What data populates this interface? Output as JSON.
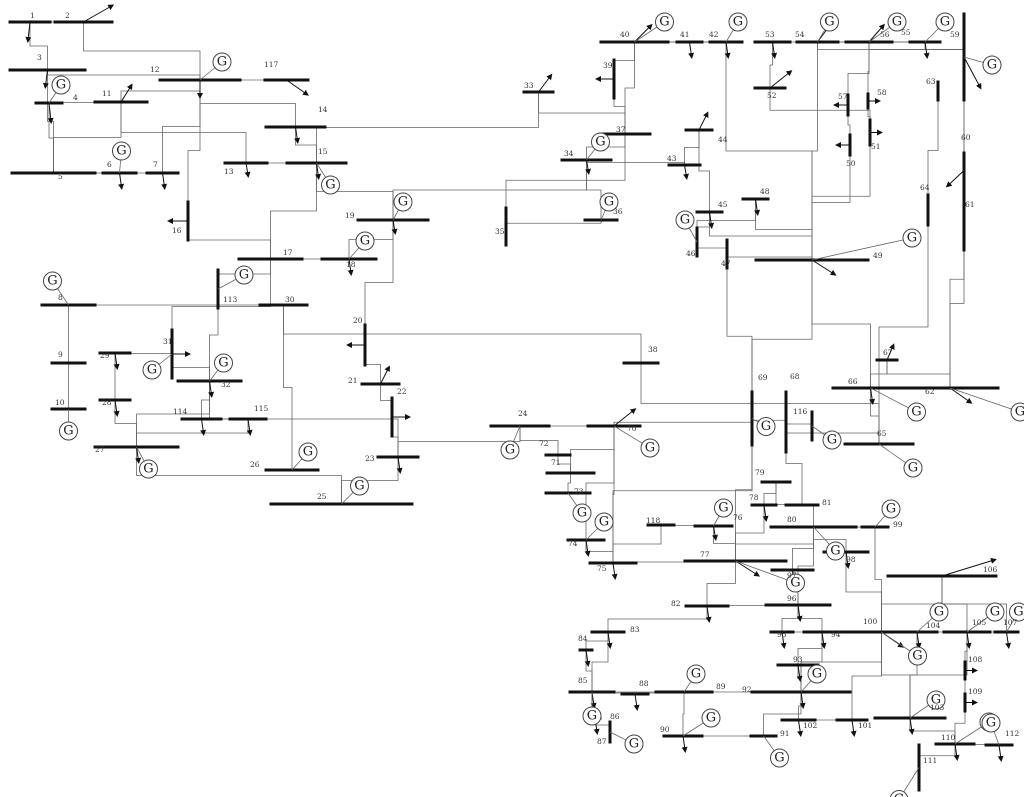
{
  "diagram": {
    "generator_symbol": "G",
    "buses": [
      {
        "id": "1",
        "label": "1"
      },
      {
        "id": "2",
        "label": "2"
      },
      {
        "id": "3",
        "label": "3"
      },
      {
        "id": "4",
        "label": "4"
      },
      {
        "id": "5",
        "label": "5"
      },
      {
        "id": "6",
        "label": "6"
      },
      {
        "id": "7",
        "label": "7"
      },
      {
        "id": "8",
        "label": "8"
      },
      {
        "id": "9",
        "label": "9"
      },
      {
        "id": "10",
        "label": "10"
      },
      {
        "id": "11",
        "label": "11"
      },
      {
        "id": "12",
        "label": "12"
      },
      {
        "id": "13",
        "label": "13"
      },
      {
        "id": "14",
        "label": "14"
      },
      {
        "id": "15",
        "label": "15"
      },
      {
        "id": "16",
        "label": "16"
      },
      {
        "id": "17",
        "label": "17"
      },
      {
        "id": "18",
        "label": "18"
      },
      {
        "id": "19",
        "label": "19"
      },
      {
        "id": "20",
        "label": "20"
      },
      {
        "id": "21",
        "label": "21"
      },
      {
        "id": "22",
        "label": "22"
      },
      {
        "id": "23",
        "label": "23"
      },
      {
        "id": "24",
        "label": "24"
      },
      {
        "id": "25",
        "label": "25"
      },
      {
        "id": "26",
        "label": "26"
      },
      {
        "id": "27",
        "label": "27"
      },
      {
        "id": "28",
        "label": "28"
      },
      {
        "id": "29",
        "label": "29"
      },
      {
        "id": "30",
        "label": "30"
      },
      {
        "id": "31",
        "label": "31"
      },
      {
        "id": "32",
        "label": "32"
      },
      {
        "id": "33",
        "label": "33"
      },
      {
        "id": "34",
        "label": "34"
      },
      {
        "id": "35",
        "label": "35"
      },
      {
        "id": "36",
        "label": "36"
      },
      {
        "id": "37",
        "label": "37"
      },
      {
        "id": "38",
        "label": "38"
      },
      {
        "id": "39",
        "label": "39"
      },
      {
        "id": "40",
        "label": "40"
      },
      {
        "id": "41",
        "label": "41"
      },
      {
        "id": "42",
        "label": "42"
      },
      {
        "id": "43",
        "label": "43"
      },
      {
        "id": "44",
        "label": "44"
      },
      {
        "id": "45",
        "label": "45"
      },
      {
        "id": "46",
        "label": "46"
      },
      {
        "id": "47",
        "label": "47"
      },
      {
        "id": "48",
        "label": "48"
      },
      {
        "id": "49",
        "label": "49"
      },
      {
        "id": "50",
        "label": "50"
      },
      {
        "id": "51",
        "label": "51"
      },
      {
        "id": "52",
        "label": "52"
      },
      {
        "id": "53",
        "label": "53"
      },
      {
        "id": "54",
        "label": "54"
      },
      {
        "id": "55",
        "label": "55"
      },
      {
        "id": "56",
        "label": "56"
      },
      {
        "id": "57",
        "label": "57"
      },
      {
        "id": "58",
        "label": "58"
      },
      {
        "id": "59",
        "label": "59"
      },
      {
        "id": "60",
        "label": "60"
      },
      {
        "id": "61",
        "label": "61"
      },
      {
        "id": "62",
        "label": "62"
      },
      {
        "id": "63",
        "label": "63"
      },
      {
        "id": "64",
        "label": "64"
      },
      {
        "id": "65",
        "label": "65"
      },
      {
        "id": "66",
        "label": "66"
      },
      {
        "id": "67",
        "label": "67"
      },
      {
        "id": "68",
        "label": "68"
      },
      {
        "id": "69",
        "label": "69"
      },
      {
        "id": "70",
        "label": "70"
      },
      {
        "id": "71",
        "label": "71"
      },
      {
        "id": "72",
        "label": "72"
      },
      {
        "id": "73",
        "label": "73"
      },
      {
        "id": "74",
        "label": "74"
      },
      {
        "id": "75",
        "label": "75"
      },
      {
        "id": "76",
        "label": "76"
      },
      {
        "id": "77",
        "label": "77"
      },
      {
        "id": "78",
        "label": "78"
      },
      {
        "id": "79",
        "label": "79"
      },
      {
        "id": "80",
        "label": "80"
      },
      {
        "id": "81",
        "label": "81"
      },
      {
        "id": "82",
        "label": "82"
      },
      {
        "id": "83",
        "label": "83"
      },
      {
        "id": "84",
        "label": "84"
      },
      {
        "id": "85",
        "label": "85"
      },
      {
        "id": "86",
        "label": "86"
      },
      {
        "id": "87",
        "label": "87"
      },
      {
        "id": "88",
        "label": "88"
      },
      {
        "id": "89",
        "label": "89"
      },
      {
        "id": "90",
        "label": "90"
      },
      {
        "id": "91",
        "label": "91"
      },
      {
        "id": "92",
        "label": "92"
      },
      {
        "id": "93",
        "label": "93"
      },
      {
        "id": "94",
        "label": "94"
      },
      {
        "id": "95",
        "label": "95"
      },
      {
        "id": "96",
        "label": "96"
      },
      {
        "id": "97",
        "label": "97"
      },
      {
        "id": "98",
        "label": "98"
      },
      {
        "id": "99",
        "label": "99"
      },
      {
        "id": "100",
        "label": "100"
      },
      {
        "id": "101",
        "label": "101"
      },
      {
        "id": "102",
        "label": "102"
      },
      {
        "id": "103",
        "label": "103"
      },
      {
        "id": "104",
        "label": "104"
      },
      {
        "id": "105",
        "label": "105"
      },
      {
        "id": "106",
        "label": "106"
      },
      {
        "id": "107",
        "label": "107"
      },
      {
        "id": "108",
        "label": "108"
      },
      {
        "id": "109",
        "label": "109"
      },
      {
        "id": "110",
        "label": "110"
      },
      {
        "id": "111",
        "label": "111"
      },
      {
        "id": "112",
        "label": "112"
      },
      {
        "id": "113",
        "label": "113"
      },
      {
        "id": "114",
        "label": "114"
      },
      {
        "id": "115",
        "label": "115"
      },
      {
        "id": "116",
        "label": "116"
      },
      {
        "id": "117",
        "label": "117"
      },
      {
        "id": "118",
        "label": "118"
      }
    ],
    "generator_buses": [
      "4",
      "6",
      "8",
      "10",
      "12",
      "15",
      "18",
      "19",
      "24",
      "25",
      "26",
      "27",
      "31",
      "32",
      "34",
      "36",
      "40",
      "42",
      "46",
      "49",
      "54",
      "55",
      "56",
      "59",
      "61",
      "62",
      "65",
      "66",
      "69",
      "70",
      "72",
      "73",
      "74",
      "76",
      "77",
      "80",
      "85",
      "87",
      "89",
      "90",
      "91",
      "92",
      "99",
      "100",
      "103",
      "104",
      "105",
      "107",
      "110",
      "111",
      "112",
      "113",
      "116"
    ],
    "load_buses": [
      "1",
      "2",
      "3",
      "4",
      "6",
      "7",
      "11",
      "12",
      "13",
      "14",
      "15",
      "16",
      "18",
      "19",
      "20",
      "21",
      "22",
      "23",
      "27",
      "28",
      "29",
      "31",
      "32",
      "33",
      "34",
      "35",
      "39",
      "40",
      "41",
      "42",
      "43",
      "44",
      "45",
      "46",
      "47",
      "48",
      "49",
      "50",
      "51",
      "52",
      "53",
      "54",
      "55",
      "56",
      "57",
      "58",
      "59",
      "60",
      "62",
      "66",
      "67",
      "70",
      "74",
      "75",
      "76",
      "77",
      "78",
      "79",
      "80",
      "82",
      "83",
      "84",
      "85",
      "86",
      "88",
      "90",
      "92",
      "93",
      "94",
      "95",
      "96",
      "97",
      "98",
      "100",
      "101",
      "102",
      "103",
      "104",
      "105",
      "106",
      "107",
      "108",
      "109",
      "110",
      "112",
      "114",
      "115",
      "117",
      "118"
    ],
    "branches": [
      [
        "1",
        "2"
      ],
      [
        "1",
        "3"
      ],
      [
        "4",
        "5"
      ],
      [
        "3",
        "5"
      ],
      [
        "5",
        "6"
      ],
      [
        "6",
        "7"
      ],
      [
        "8",
        "9"
      ],
      [
        "9",
        "10"
      ],
      [
        "4",
        "11"
      ],
      [
        "5",
        "11"
      ],
      [
        "11",
        "12"
      ],
      [
        "2",
        "12"
      ],
      [
        "3",
        "12"
      ],
      [
        "7",
        "12"
      ],
      [
        "11",
        "13"
      ],
      [
        "12",
        "14"
      ],
      [
        "13",
        "15"
      ],
      [
        "14",
        "15"
      ],
      [
        "12",
        "16"
      ],
      [
        "15",
        "17"
      ],
      [
        "16",
        "17"
      ],
      [
        "17",
        "18"
      ],
      [
        "18",
        "19"
      ],
      [
        "19",
        "20"
      ],
      [
        "15",
        "19"
      ],
      [
        "20",
        "21"
      ],
      [
        "21",
        "22"
      ],
      [
        "22",
        "23"
      ],
      [
        "23",
        "24"
      ],
      [
        "23",
        "25"
      ],
      [
        "25",
        "27"
      ],
      [
        "27",
        "28"
      ],
      [
        "28",
        "29"
      ],
      [
        "8",
        "30"
      ],
      [
        "26",
        "30"
      ],
      [
        "17",
        "31"
      ],
      [
        "29",
        "31"
      ],
      [
        "23",
        "32"
      ],
      [
        "31",
        "32"
      ],
      [
        "27",
        "32"
      ],
      [
        "15",
        "33"
      ],
      [
        "19",
        "34"
      ],
      [
        "35",
        "36"
      ],
      [
        "35",
        "37"
      ],
      [
        "33",
        "37"
      ],
      [
        "34",
        "36"
      ],
      [
        "34",
        "37"
      ],
      [
        "37",
        "39"
      ],
      [
        "37",
        "40"
      ],
      [
        "30",
        "38"
      ],
      [
        "39",
        "40"
      ],
      [
        "40",
        "41"
      ],
      [
        "40",
        "42"
      ],
      [
        "41",
        "42"
      ],
      [
        "43",
        "44"
      ],
      [
        "34",
        "43"
      ],
      [
        "44",
        "45"
      ],
      [
        "45",
        "46"
      ],
      [
        "46",
        "47"
      ],
      [
        "46",
        "48"
      ],
      [
        "47",
        "49"
      ],
      [
        "42",
        "49"
      ],
      [
        "45",
        "49"
      ],
      [
        "48",
        "49"
      ],
      [
        "49",
        "50"
      ],
      [
        "49",
        "51"
      ],
      [
        "51",
        "52"
      ],
      [
        "52",
        "53"
      ],
      [
        "53",
        "54"
      ],
      [
        "49",
        "54"
      ],
      [
        "54",
        "55"
      ],
      [
        "54",
        "56"
      ],
      [
        "55",
        "56"
      ],
      [
        "56",
        "57"
      ],
      [
        "50",
        "57"
      ],
      [
        "56",
        "58"
      ],
      [
        "51",
        "58"
      ],
      [
        "54",
        "59"
      ],
      [
        "56",
        "59"
      ],
      [
        "55",
        "59"
      ],
      [
        "59",
        "60"
      ],
      [
        "59",
        "61"
      ],
      [
        "60",
        "61"
      ],
      [
        "60",
        "62"
      ],
      [
        "61",
        "62"
      ],
      [
        "63",
        "64"
      ],
      [
        "38",
        "65"
      ],
      [
        "64",
        "65"
      ],
      [
        "49",
        "66"
      ],
      [
        "62",
        "66"
      ],
      [
        "62",
        "67"
      ],
      [
        "65",
        "66"
      ],
      [
        "66",
        "67"
      ],
      [
        "65",
        "68"
      ],
      [
        "47",
        "69"
      ],
      [
        "49",
        "69"
      ],
      [
        "68",
        "69"
      ],
      [
        "69",
        "70"
      ],
      [
        "24",
        "70"
      ],
      [
        "70",
        "71"
      ],
      [
        "24",
        "72"
      ],
      [
        "71",
        "72"
      ],
      [
        "71",
        "73"
      ],
      [
        "70",
        "74"
      ],
      [
        "70",
        "75"
      ],
      [
        "69",
        "75"
      ],
      [
        "74",
        "75"
      ],
      [
        "76",
        "77"
      ],
      [
        "69",
        "77"
      ],
      [
        "75",
        "77"
      ],
      [
        "77",
        "78"
      ],
      [
        "78",
        "79"
      ],
      [
        "77",
        "80"
      ],
      [
        "79",
        "80"
      ],
      [
        "68",
        "81"
      ],
      [
        "77",
        "82"
      ],
      [
        "82",
        "83"
      ],
      [
        "83",
        "84"
      ],
      [
        "83",
        "85"
      ],
      [
        "84",
        "85"
      ],
      [
        "85",
        "86"
      ],
      [
        "86",
        "87"
      ],
      [
        "85",
        "88"
      ],
      [
        "85",
        "89"
      ],
      [
        "88",
        "89"
      ],
      [
        "89",
        "90"
      ],
      [
        "90",
        "91"
      ],
      [
        "89",
        "92"
      ],
      [
        "91",
        "92"
      ],
      [
        "92",
        "93"
      ],
      [
        "92",
        "94"
      ],
      [
        "93",
        "94"
      ],
      [
        "94",
        "95"
      ],
      [
        "80",
        "96"
      ],
      [
        "82",
        "96"
      ],
      [
        "94",
        "96"
      ],
      [
        "80",
        "97"
      ],
      [
        "80",
        "98"
      ],
      [
        "80",
        "99"
      ],
      [
        "92",
        "100"
      ],
      [
        "94",
        "100"
      ],
      [
        "95",
        "96"
      ],
      [
        "96",
        "97"
      ],
      [
        "98",
        "100"
      ],
      [
        "99",
        "100"
      ],
      [
        "100",
        "101"
      ],
      [
        "92",
        "102"
      ],
      [
        "101",
        "102"
      ],
      [
        "100",
        "103"
      ],
      [
        "100",
        "104"
      ],
      [
        "103",
        "104"
      ],
      [
        "103",
        "105"
      ],
      [
        "100",
        "106"
      ],
      [
        "104",
        "105"
      ],
      [
        "105",
        "106"
      ],
      [
        "105",
        "107"
      ],
      [
        "105",
        "108"
      ],
      [
        "106",
        "107"
      ],
      [
        "108",
        "109"
      ],
      [
        "103",
        "110"
      ],
      [
        "109",
        "110"
      ],
      [
        "110",
        "111"
      ],
      [
        "110",
        "112"
      ],
      [
        "17",
        "113"
      ],
      [
        "32",
        "113"
      ],
      [
        "32",
        "114"
      ],
      [
        "27",
        "115"
      ],
      [
        "114",
        "115"
      ],
      [
        "68",
        "116"
      ],
      [
        "12",
        "117"
      ],
      [
        "75",
        "118"
      ],
      [
        "76",
        "118"
      ]
    ]
  }
}
